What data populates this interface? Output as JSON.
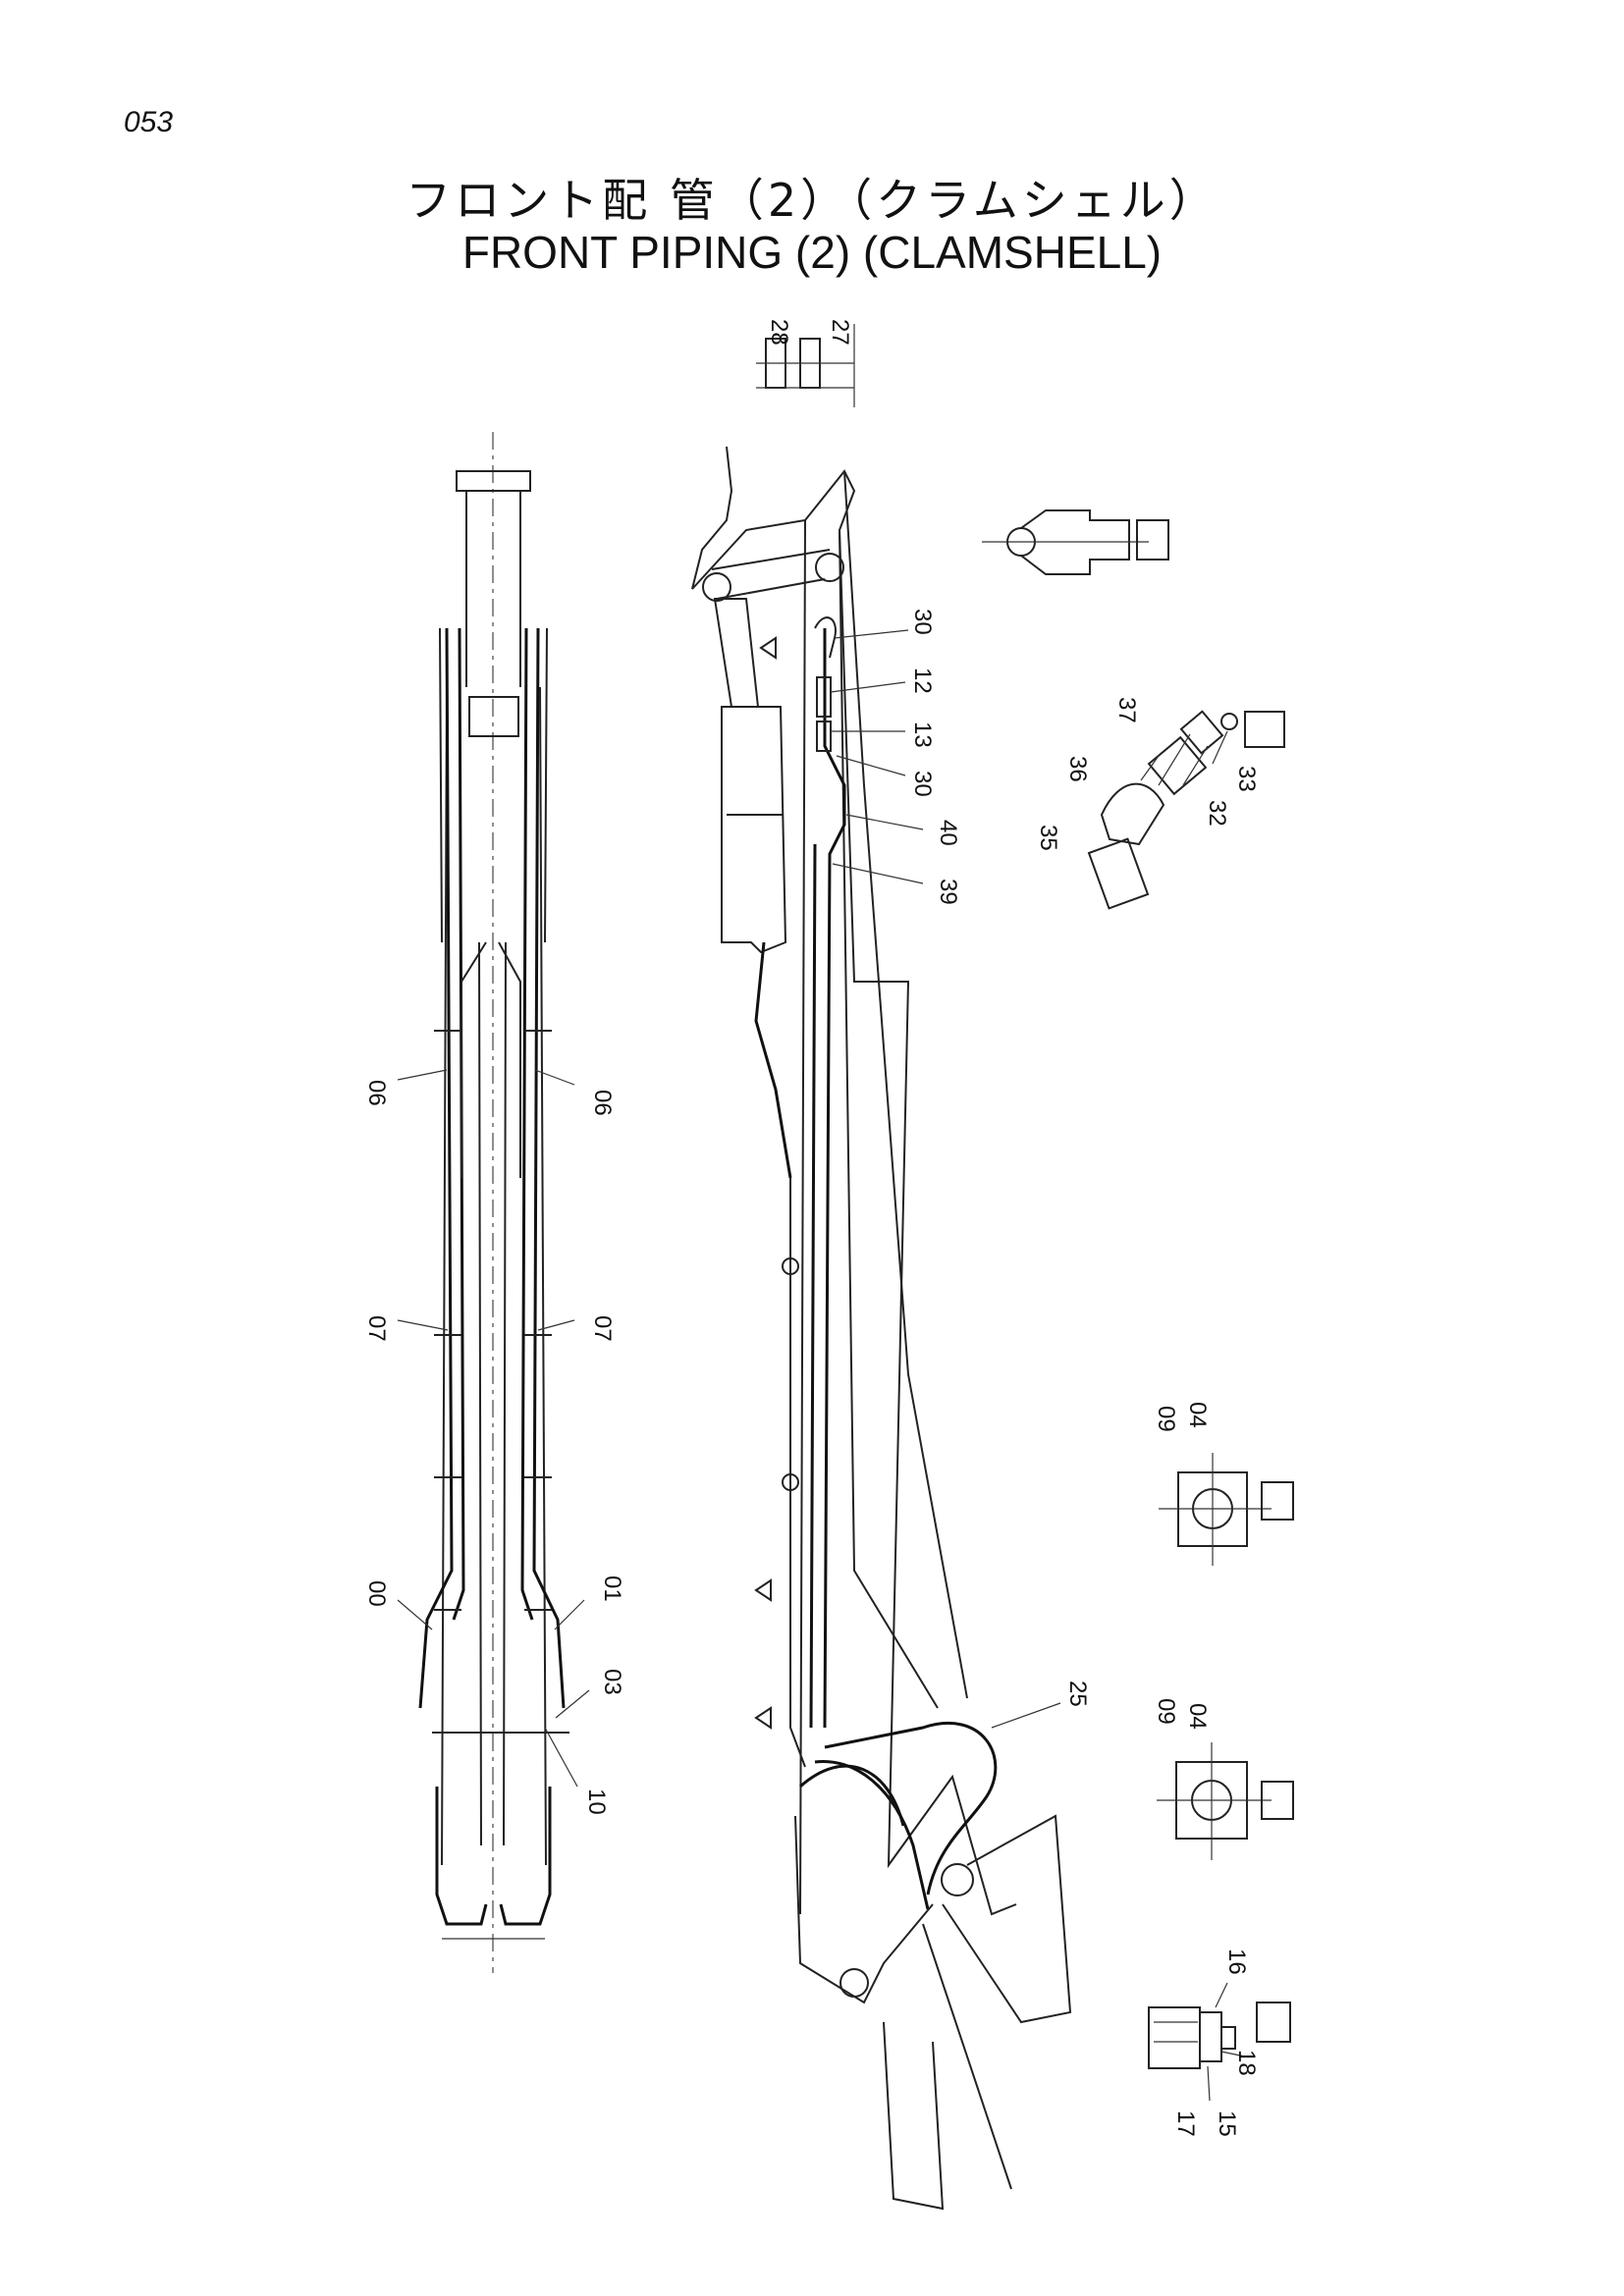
{
  "page_number": "053",
  "title_jp": "フロント配 管（2）（クラムシェル）",
  "title_en": "FRONT   PIPING (2) (CLAMSHELL)",
  "callouts": [
    "28",
    "27",
    "30",
    "12",
    "13",
    "30",
    "40",
    "39",
    "36",
    "37",
    "35",
    "32",
    "33",
    "06",
    "06",
    "07",
    "07",
    "00",
    "01",
    "03",
    "10",
    "09",
    "04",
    "09",
    "04",
    "25",
    "16",
    "18",
    "17",
    "15"
  ]
}
